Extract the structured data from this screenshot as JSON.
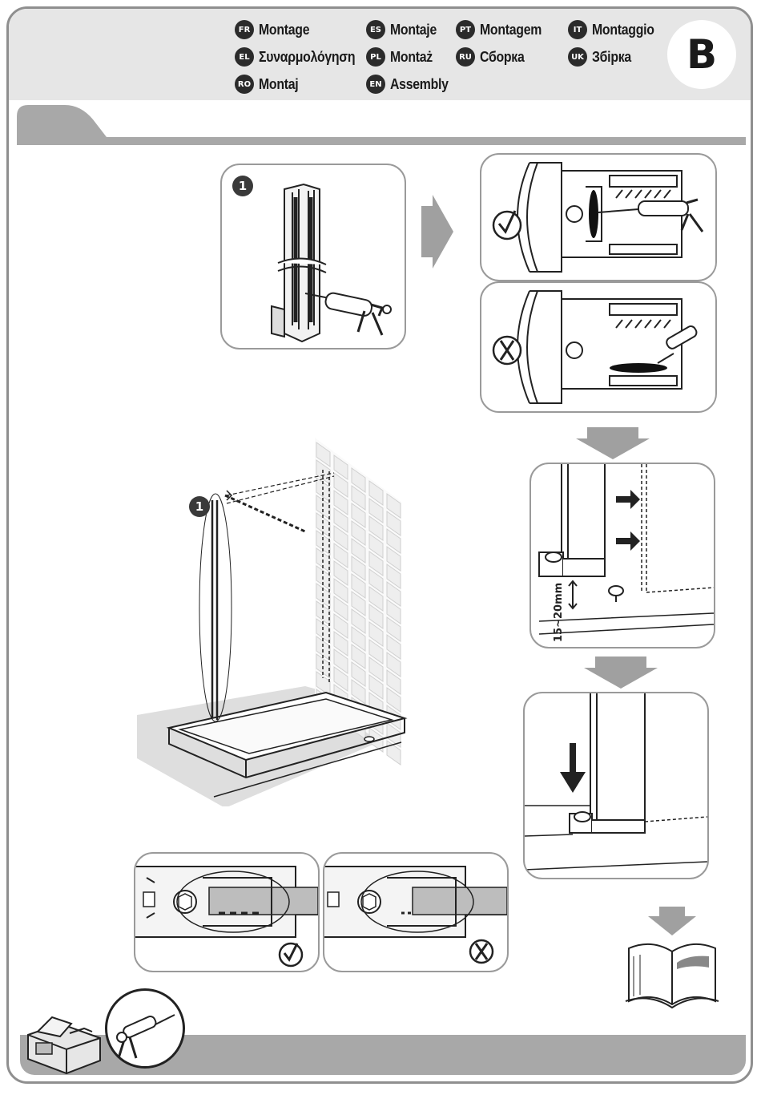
{
  "header": {
    "languages": [
      {
        "code": "FR",
        "label": "Montage"
      },
      {
        "code": "ES",
        "label": "Montaje"
      },
      {
        "code": "PT",
        "label": "Montagem"
      },
      {
        "code": "IT",
        "label": "Montaggio"
      },
      {
        "code": "EL",
        "label": "Συναρμολόγηση"
      },
      {
        "code": "PL",
        "label": "Montaż"
      },
      {
        "code": "RU",
        "label": "Сборка"
      },
      {
        "code": "UK",
        "label": "Збірка"
      },
      {
        "code": "RO",
        "label": "Montaj"
      },
      {
        "code": "EN",
        "label": "Assembly"
      }
    ],
    "section_letter": "B"
  },
  "steps": {
    "step1_number": "1",
    "overview_number": "1",
    "gap_dimension": "15~20mm"
  },
  "colors": {
    "header_bg": "#e6e6e6",
    "band_gray": "#a8a8a8",
    "arrow_gray": "#a0a0a0",
    "badge_dark": "#3a3a3a"
  }
}
